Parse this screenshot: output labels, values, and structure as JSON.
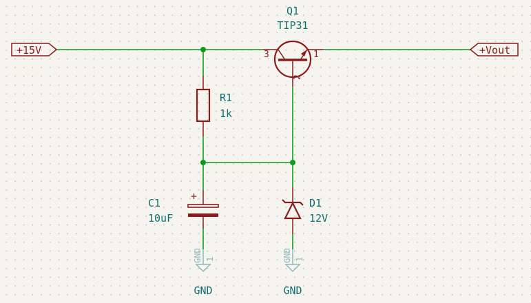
{
  "labels": {
    "input": "+15V",
    "output": "+Vout"
  },
  "components": {
    "q1": {
      "ref": "Q1",
      "value": "TIP31",
      "pins": {
        "collector": "3",
        "emitter": "1",
        "base": "2"
      }
    },
    "r1": {
      "ref": "R1",
      "value": "1k"
    },
    "c1": {
      "ref": "C1",
      "value": "10uF",
      "polarity": "+"
    },
    "d1": {
      "ref": "D1",
      "value": "12V"
    },
    "gnd_c1": {
      "name": "GND",
      "pin_label": "GND",
      "pin_num": "1"
    },
    "gnd_d1": {
      "name": "GND",
      "pin_label": "GND",
      "pin_num": "1"
    }
  },
  "colors": {
    "wire": "#0f9a1f",
    "symbol": "#8a1c1c",
    "reference_text": "#0f6f6f",
    "power_pin": "#8fb8bd",
    "background": "#f5f4ef"
  }
}
